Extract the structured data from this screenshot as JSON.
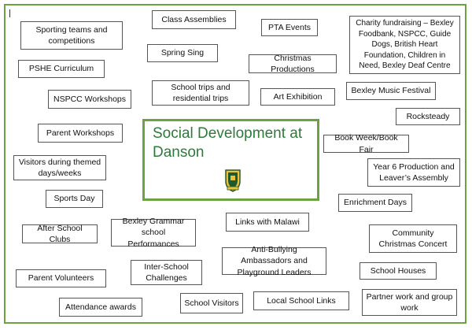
{
  "center": {
    "title": "Social Development at Danson",
    "crest_icon": "school-crest-icon",
    "accent_color": "#6aa33f",
    "title_color": "#2e7a3a"
  },
  "boxes": {
    "sporting_teams": "Sporting teams and competitions",
    "class_assemblies": "Class Assemblies",
    "pta_events": "PTA Events",
    "charity": "Charity fundraising – Bexley Foodbank, NSPCC, Guide Dogs, British Heart Foundation, Children in Need, Bexley Deaf Centre",
    "spring_sing": "Spring Sing",
    "pshe": "PSHE Curriculum",
    "christmas_productions": "Christmas Productions",
    "school_trips": "School trips and residential trips",
    "art_exhibition": "Art Exhibition",
    "music_festival": "Bexley Music Festival",
    "nspcc_workshops": "NSPCC Workshops",
    "rocksteady": "Rocksteady",
    "parent_workshops": "Parent Workshops",
    "book_week": "Book Week/Book Fair",
    "visitors_themed": "Visitors during themed days/weeks",
    "year6_production": "Year 6 Production and Leaver’s Assembly",
    "sports_day": "Sports Day",
    "enrichment_days": "Enrichment Days",
    "links_malawi": "Links with Malawi",
    "after_school_clubs": "After School Clubs",
    "bexley_grammar": "Bexley Grammar school Performances",
    "community_christmas": "Community Christmas Concert",
    "anti_bullying": "Anti-Bullying Ambassadors and Playground Leaders",
    "inter_school": "Inter-School Challenges",
    "school_houses": "School Houses",
    "parent_volunteers": "Parent Volunteers",
    "attendance_awards": "Attendance awards",
    "school_visitors": "School Visitors",
    "local_school_links": "Local School Links",
    "partner_work": "Partner work and group work"
  }
}
